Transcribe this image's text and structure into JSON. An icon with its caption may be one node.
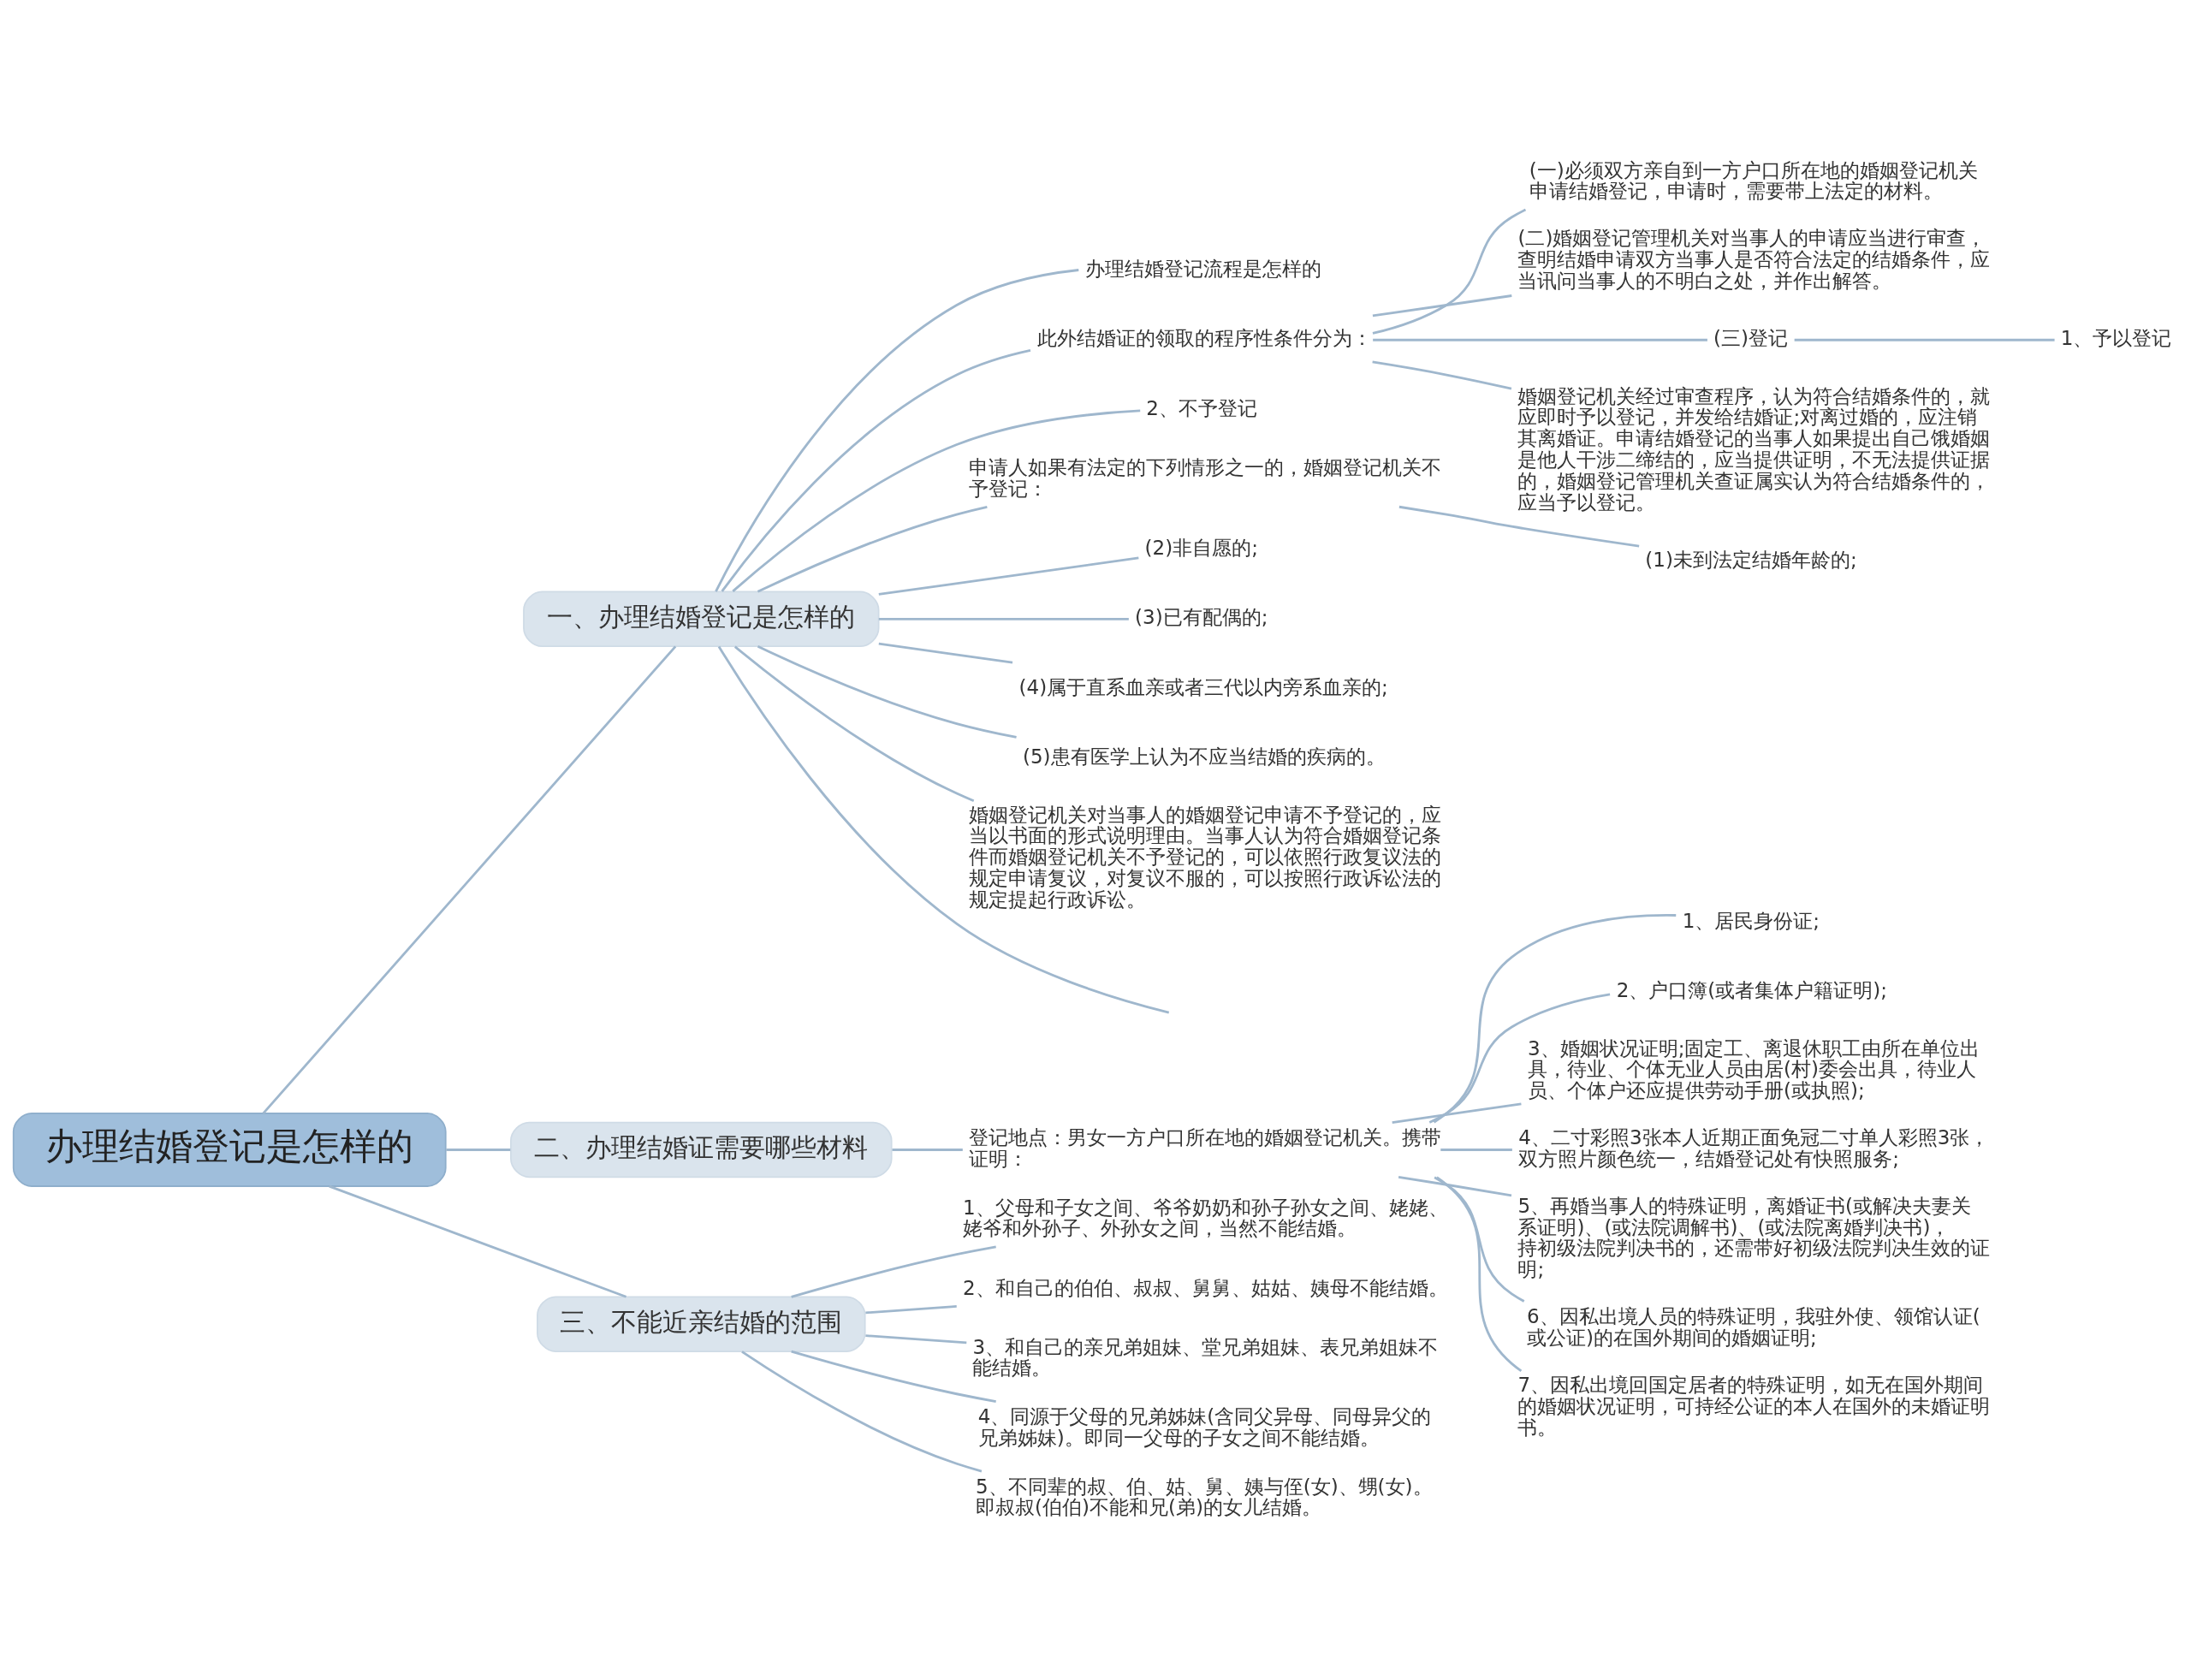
{
  "diagram": {
    "nodes": [
      {
        "text": [
          "办理结婚登记是怎样的"
        ]
      },
      {
        "text": [
          "一、办理结婚登记是怎样的"
        ]
      },
      {
        "text": [
          "办理结婚登记流程是怎样的"
        ]
      },
      {
        "text": [
          "此外结婚证的领取的程序性条件分为："
        ]
      },
      {
        "text": [
          "(一)必须双方亲自到一方户口所在地的婚姻登记机关申请结婚登记，申请时，需要带上法定的材料。"
        ]
      },
      {
        "text": [
          "(二)婚姻登记管理机关对当事人的申请应当进行审查，查明结婚申请双方当事人是否符合法定的结婚条件，应当讯问当事人的不明白之处，并作出解答。"
        ]
      },
      {
        "text": [
          "(三)登记"
        ]
      },
      {
        "text": [
          "1、予以登记"
        ]
      },
      {
        "text": [
          "婚姻登记机关经过审查程序，认为符合结婚条件的，就应即时予以登记，并发给结婚证;对离过婚的，应注销其离婚证。申请结婚登记的当事人如果提出自己饿婚姻是他人干涉二缔结的，应当提供证明，不无法提供证据的，婚姻登记管理机关查证属实认为符合结婚条件的，应当予以登记。"
        ]
      },
      {
        "text": [
          "2、不予登记"
        ]
      },
      {
        "text": [
          "申请人如果有法定的下列情形之一的，婚姻登记机关不予登记："
        ]
      },
      {
        "text": [
          "(1)未到法定结婚年龄的;"
        ]
      },
      {
        "text": [
          "(2)非自愿的;"
        ]
      },
      {
        "text": [
          "(3)已有配偶的;"
        ]
      },
      {
        "text": [
          "(4)属于直系血亲或者三代以内旁系血亲的;"
        ]
      },
      {
        "text": [
          "(5)患有医学上认为不应当结婚的疾病的。"
        ]
      },
      {
        "text": [
          "婚姻登记机关对当事人的婚姻登记申请不予登记的，应当以书面的形式说明理由。当事人认为符合婚姻登记条件而婚姻登记机关不予登记的，可以依照行政复议法的规定申请复议，对复议不服的，可以按照行政诉讼法的规定提起行政诉讼。"
        ]
      },
      {
        "text": [
          "二、办理结婚证需要哪些材料"
        ]
      },
      {
        "text": [
          "登记地点：男女一方户口所在地的婚姻登记机关。携带证明："
        ]
      },
      {
        "text": [
          "1、居民身份证;"
        ]
      },
      {
        "text": [
          "2、户口簿(或者集体户籍证明);"
        ]
      },
      {
        "text": [
          "3、婚姻状况证明;固定工、离退休职工由所在单位出具，待业、个体无业人员由居(村)委会出具，待业人员、个体户还应提供劳动手册(或执照);"
        ]
      },
      {
        "text": [
          "4、二寸彩照3张本人近期正面免冠二寸单人彩照3张，双方照片颜色统一，结婚登记处有快照服务;"
        ]
      },
      {
        "text": [
          "5、再婚当事人的特殊证明，离婚证书(或解决夫妻关系证明)、(或法院调解书)、(或法院离婚判决书)，持初级法院判决书的，还需带好初级法院判决生效的证明;"
        ]
      },
      {
        "text": [
          "6、因私出境人员的特殊证明，我驻外使、领馆认证(或公证)的在国外期间的婚姻证明;"
        ]
      },
      {
        "text": [
          "7、因私出境回国定居者的特殊证明，如无在国外期间的婚姻状况证明，可持经公证的本人在国外的未婚证明书。"
        ]
      },
      {
        "text": [
          "三、不能近亲结婚的范围"
        ]
      },
      {
        "text": [
          "1、父母和子女之间、爷爷奶奶和孙子孙女之间、姥姥、姥爷和外孙子、外孙女之间，当然不能结婚。"
        ]
      },
      {
        "text": [
          "2、和自己的伯伯、叔叔、舅舅、姑姑、姨母不能结婚。"
        ]
      },
      {
        "text": [
          "3、和自己的亲兄弟姐妹、堂兄弟姐妹、表兄弟姐妹不能结婚。"
        ]
      },
      {
        "text": [
          "4、同源于父母的兄弟姊妹(含同父异母、同母异父的兄弟姊妹)。即同一父母的子女之间不能结婚。"
        ]
      },
      {
        "text": [
          "5、不同辈的叔、伯、姑、舅、姨与侄(女)、甥(女)。即叔叔(伯伯)不能和兄(弟)的女儿结婚。"
        ]
      }
    ],
    "edges": [
      {
        "from": 0,
        "to": 1,
        "arrow": "none"
      },
      {
        "from": 1,
        "to": 2,
        "arrow": "none"
      },
      {
        "from": 1,
        "to": 3,
        "arrow": "none"
      },
      {
        "from": 3,
        "to": 4,
        "arrow": "none"
      },
      {
        "from": 3,
        "to": 5,
        "arrow": "none"
      },
      {
        "from": 3,
        "to": 6,
        "arrow": "none"
      },
      {
        "from": 6,
        "to": 7,
        "arrow": "none"
      },
      {
        "from": 3,
        "to": 8,
        "arrow": "none"
      },
      {
        "from": 1,
        "to": 9,
        "arrow": "none"
      },
      {
        "from": 1,
        "to": 10,
        "arrow": "none"
      },
      {
        "from": 10,
        "to": 11,
        "arrow": "none"
      },
      {
        "from": 1,
        "to": 12,
        "arrow": "none"
      },
      {
        "from": 1,
        "to": 13,
        "arrow": "none"
      },
      {
        "from": 1,
        "to": 14,
        "arrow": "none"
      },
      {
        "from": 1,
        "to": 15,
        "arrow": "none"
      },
      {
        "from": 1,
        "to": 16,
        "arrow": "none"
      },
      {
        "from": 1,
        "to": null,
        "arrow": "none"
      },
      {
        "from": 0,
        "to": 17,
        "arrow": "none"
      },
      {
        "from": 17,
        "to": 18,
        "arrow": "none"
      },
      {
        "from": 18,
        "to": 19,
        "arrow": "none"
      },
      {
        "from": 18,
        "to": 20,
        "arrow": "none"
      },
      {
        "from": 18,
        "to": 21,
        "arrow": "none"
      },
      {
        "from": 18,
        "to": 22,
        "arrow": "none"
      },
      {
        "from": 18,
        "to": 23,
        "arrow": "none"
      },
      {
        "from": 18,
        "to": 24,
        "arrow": "none"
      },
      {
        "from": 18,
        "to": 25,
        "arrow": "none"
      },
      {
        "from": 0,
        "to": 26,
        "arrow": "none"
      },
      {
        "from": 26,
        "to": 27,
        "arrow": "none"
      },
      {
        "from": 26,
        "to": 28,
        "arrow": "none"
      },
      {
        "from": 26,
        "to": 29,
        "arrow": "none"
      },
      {
        "from": 26,
        "to": 30,
        "arrow": "none"
      },
      {
        "from": 26,
        "to": 31,
        "arrow": "none"
      }
    ]
  }
}
